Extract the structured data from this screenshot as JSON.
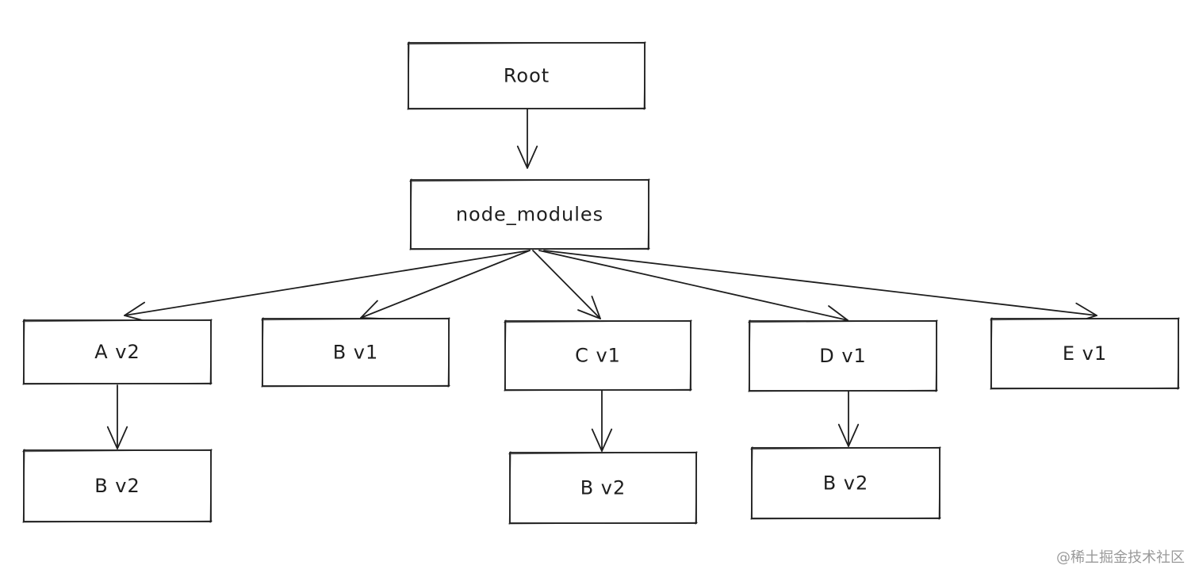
{
  "diagram": {
    "nodes": [
      {
        "id": "root",
        "label": "Root"
      },
      {
        "id": "node_modules",
        "label": "node_modules"
      },
      {
        "id": "a_v2",
        "label": "A v2"
      },
      {
        "id": "b_v1",
        "label": "B v1"
      },
      {
        "id": "c_v1",
        "label": "C v1"
      },
      {
        "id": "d_v1",
        "label": "D v1"
      },
      {
        "id": "e_v1",
        "label": "E v1"
      },
      {
        "id": "a_b_v2",
        "label": "B v2"
      },
      {
        "id": "c_b_v2",
        "label": "B v2"
      },
      {
        "id": "d_b_v2",
        "label": "B v2"
      }
    ],
    "edges": [
      {
        "from": "root",
        "to": "node_modules"
      },
      {
        "from": "node_modules",
        "to": "a_v2"
      },
      {
        "from": "node_modules",
        "to": "b_v1"
      },
      {
        "from": "node_modules",
        "to": "c_v1"
      },
      {
        "from": "node_modules",
        "to": "d_v1"
      },
      {
        "from": "node_modules",
        "to": "e_v1"
      },
      {
        "from": "a_v2",
        "to": "a_b_v2"
      },
      {
        "from": "c_v1",
        "to": "c_b_v2"
      },
      {
        "from": "d_v1",
        "to": "d_b_v2"
      }
    ]
  },
  "watermark": "@稀土掘金技术社区",
  "colors": {
    "stroke": "#1e1e1e",
    "background": "#ffffff",
    "watermark": "#9a9a9a"
  }
}
